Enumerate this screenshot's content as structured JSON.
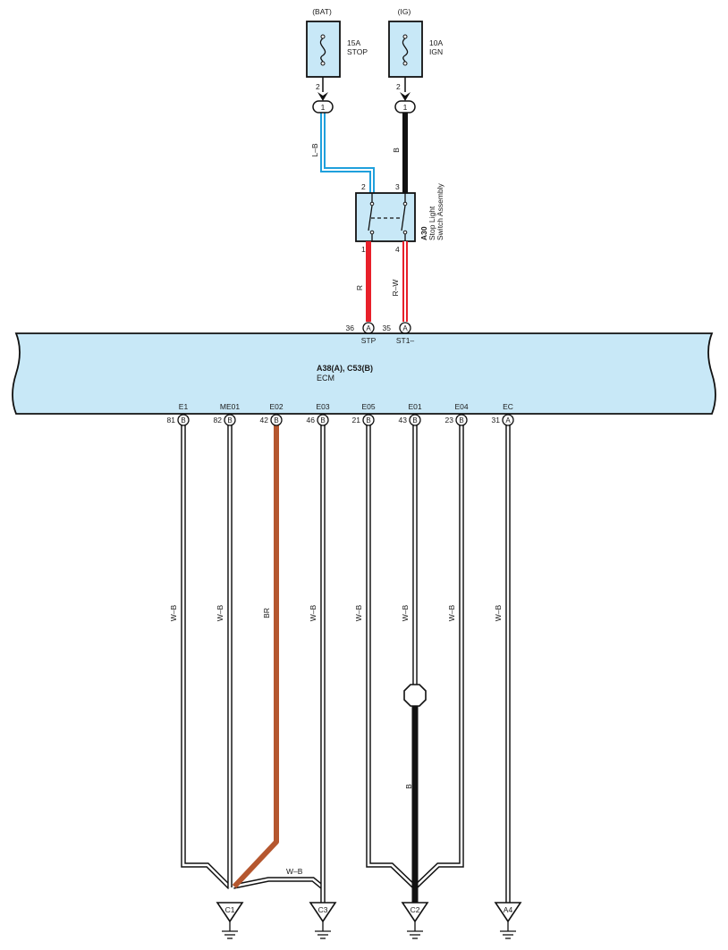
{
  "fuses": [
    {
      "source": "(BAT)",
      "rating": "15A",
      "name": "STOP",
      "pin": "2",
      "junction": "1"
    },
    {
      "source": "(IG)",
      "rating": "10A",
      "name": "IGN",
      "pin": "2",
      "junction": "1"
    }
  ],
  "switch": {
    "code": "A30",
    "name_line1": "Stop Light",
    "name_line2": "Switch Assembly",
    "pin_top_left": "2",
    "pin_top_right": "3",
    "pin_bottom_left": "1",
    "pin_bottom_right": "4"
  },
  "upper_wires": [
    {
      "label": "L–B",
      "color": "#1fa0dc"
    },
    {
      "label": "B",
      "color": "#111111"
    },
    {
      "label": "R",
      "color": "#e8202a"
    },
    {
      "label": "R–W",
      "color": "#e8202a"
    }
  ],
  "ecm": {
    "title": "A38(A), C53(B)",
    "subtitle": "ECM",
    "fill": "#c8e8f7",
    "top_pins": [
      {
        "num": "36",
        "conn": "A",
        "name": "STP"
      },
      {
        "num": "35",
        "conn": "A",
        "name": "ST1–"
      }
    ],
    "bottom_pins": [
      {
        "num": "81",
        "conn": "B",
        "name": "E1"
      },
      {
        "num": "82",
        "conn": "B",
        "name": "ME01"
      },
      {
        "num": "42",
        "conn": "B",
        "name": "E02"
      },
      {
        "num": "46",
        "conn": "B",
        "name": "E03"
      },
      {
        "num": "21",
        "conn": "B",
        "name": "E05"
      },
      {
        "num": "43",
        "conn": "B",
        "name": "E01"
      },
      {
        "num": "23",
        "conn": "B",
        "name": "E04"
      },
      {
        "num": "31",
        "conn": "A",
        "name": "EC"
      }
    ]
  },
  "lower_wires": [
    {
      "label": "W–B"
    },
    {
      "label": "W–B"
    },
    {
      "label": "BR"
    },
    {
      "label": "W–B"
    },
    {
      "label": "W–B"
    },
    {
      "label": "W–B"
    },
    {
      "label": "W–B"
    },
    {
      "label": "W–B"
    }
  ],
  "jumper_label": "W–B",
  "splice_wire_label": "B",
  "grounds": [
    "C1",
    "C3",
    "C2",
    "A4"
  ],
  "colors": {
    "box_fill": "#c8e8f7",
    "white_wire": "#ffffff",
    "brown_wire": "#b5572f",
    "black_wire": "#111111"
  }
}
